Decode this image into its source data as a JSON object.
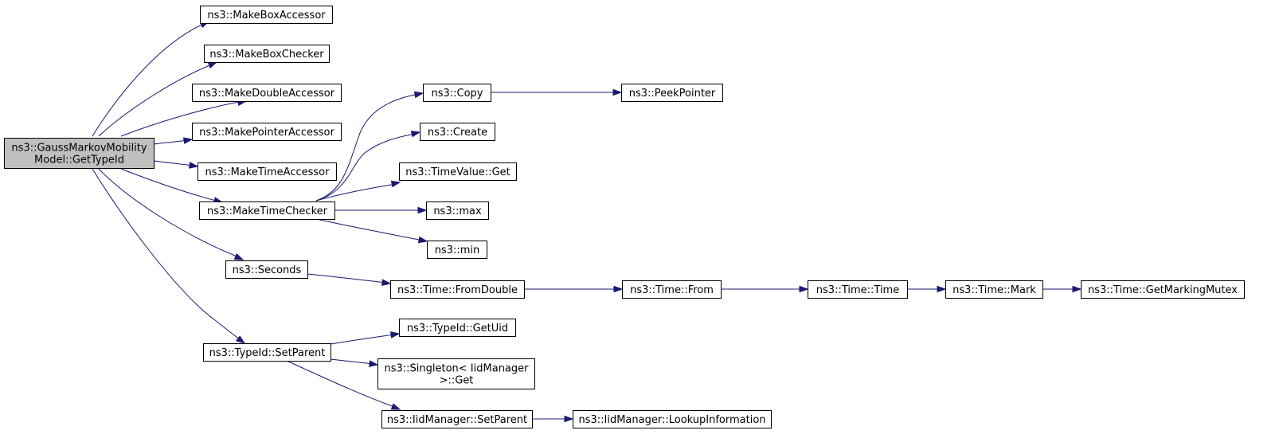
{
  "graph": {
    "colors": {
      "edge": "#191970",
      "node_fill": "#ffffff",
      "root_fill": "#bfbfbf",
      "node_border": "#000000"
    },
    "nodes": [
      {
        "id": "root",
        "lines": [
          "ns3::GaussMarkovMobility",
          "Model::GetTypeId"
        ],
        "root": true
      },
      {
        "id": "makeBoxAccessor",
        "lines": [
          "ns3::MakeBoxAccessor"
        ]
      },
      {
        "id": "makeBoxChecker",
        "lines": [
          "ns3::MakeBoxChecker"
        ]
      },
      {
        "id": "makeDoubleAccessor",
        "lines": [
          "ns3::MakeDoubleAccessor"
        ]
      },
      {
        "id": "makePointerAccessor",
        "lines": [
          "ns3::MakePointerAccessor"
        ]
      },
      {
        "id": "makeTimeAccessor",
        "lines": [
          "ns3::MakeTimeAccessor"
        ]
      },
      {
        "id": "makeTimeChecker",
        "lines": [
          "ns3::MakeTimeChecker"
        ]
      },
      {
        "id": "seconds",
        "lines": [
          "ns3::Seconds"
        ]
      },
      {
        "id": "setParent",
        "lines": [
          "ns3::TypeId::SetParent"
        ]
      },
      {
        "id": "copy",
        "lines": [
          "ns3::Copy"
        ]
      },
      {
        "id": "peekPointer",
        "lines": [
          "ns3::PeekPointer"
        ]
      },
      {
        "id": "create",
        "lines": [
          "ns3::Create"
        ]
      },
      {
        "id": "timeValueGet",
        "lines": [
          "ns3::TimeValue::Get"
        ]
      },
      {
        "id": "max",
        "lines": [
          "ns3::max"
        ]
      },
      {
        "id": "min",
        "lines": [
          "ns3::min"
        ]
      },
      {
        "id": "fromDouble",
        "lines": [
          "ns3::Time::FromDouble"
        ]
      },
      {
        "id": "timeFrom",
        "lines": [
          "ns3::Time::From"
        ]
      },
      {
        "id": "timeTime",
        "lines": [
          "ns3::Time::Time"
        ]
      },
      {
        "id": "timeMark",
        "lines": [
          "ns3::Time::Mark"
        ]
      },
      {
        "id": "getMarkingMutex",
        "lines": [
          "ns3::Time::GetMarkingMutex"
        ]
      },
      {
        "id": "getUid",
        "lines": [
          "ns3::TypeId::GetUid"
        ]
      },
      {
        "id": "singletonGet",
        "lines": [
          "ns3::Singleton< IidManager",
          ">::Get"
        ]
      },
      {
        "id": "iidSetParent",
        "lines": [
          "ns3::IidManager::SetParent"
        ]
      },
      {
        "id": "lookupInformation",
        "lines": [
          "ns3::IidManager::LookupInformation"
        ]
      }
    ],
    "edges": [
      {
        "from": "root",
        "to": "makeBoxAccessor"
      },
      {
        "from": "root",
        "to": "makeBoxChecker"
      },
      {
        "from": "root",
        "to": "makeDoubleAccessor"
      },
      {
        "from": "root",
        "to": "makePointerAccessor"
      },
      {
        "from": "root",
        "to": "makeTimeAccessor"
      },
      {
        "from": "root",
        "to": "makeTimeChecker"
      },
      {
        "from": "root",
        "to": "seconds"
      },
      {
        "from": "root",
        "to": "setParent"
      },
      {
        "from": "makeTimeChecker",
        "to": "copy"
      },
      {
        "from": "makeTimeChecker",
        "to": "create"
      },
      {
        "from": "makeTimeChecker",
        "to": "timeValueGet"
      },
      {
        "from": "makeTimeChecker",
        "to": "max"
      },
      {
        "from": "makeTimeChecker",
        "to": "min"
      },
      {
        "from": "copy",
        "to": "peekPointer"
      },
      {
        "from": "seconds",
        "to": "fromDouble"
      },
      {
        "from": "fromDouble",
        "to": "timeFrom"
      },
      {
        "from": "timeFrom",
        "to": "timeTime"
      },
      {
        "from": "timeTime",
        "to": "timeMark"
      },
      {
        "from": "timeMark",
        "to": "getMarkingMutex"
      },
      {
        "from": "setParent",
        "to": "getUid"
      },
      {
        "from": "setParent",
        "to": "singletonGet"
      },
      {
        "from": "setParent",
        "to": "iidSetParent"
      },
      {
        "from": "iidSetParent",
        "to": "lookupInformation"
      }
    ]
  }
}
